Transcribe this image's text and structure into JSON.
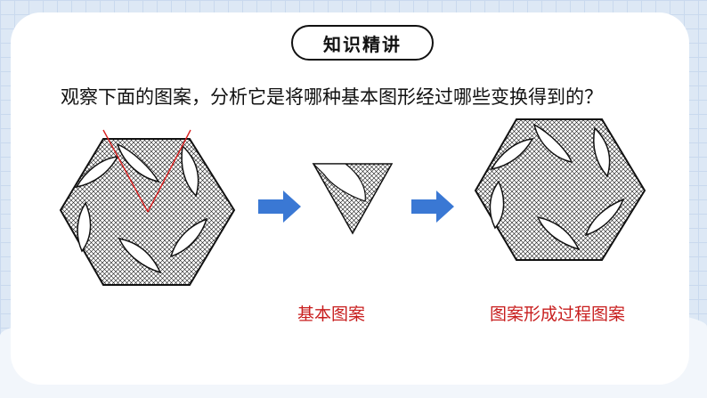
{
  "section_title": "知识精讲",
  "question": "观察下面的图案，分析它是将哪种基本图形经过哪些变换得到的？",
  "captions": {
    "basic": "基本图案",
    "process": "图案形成过程图案"
  },
  "colors": {
    "caption": "#c81e1e",
    "arrow": "#3a78d4",
    "guide_line": "#d81e1e"
  },
  "icons": [
    "right-arrow-icon",
    "right-arrow-icon"
  ]
}
